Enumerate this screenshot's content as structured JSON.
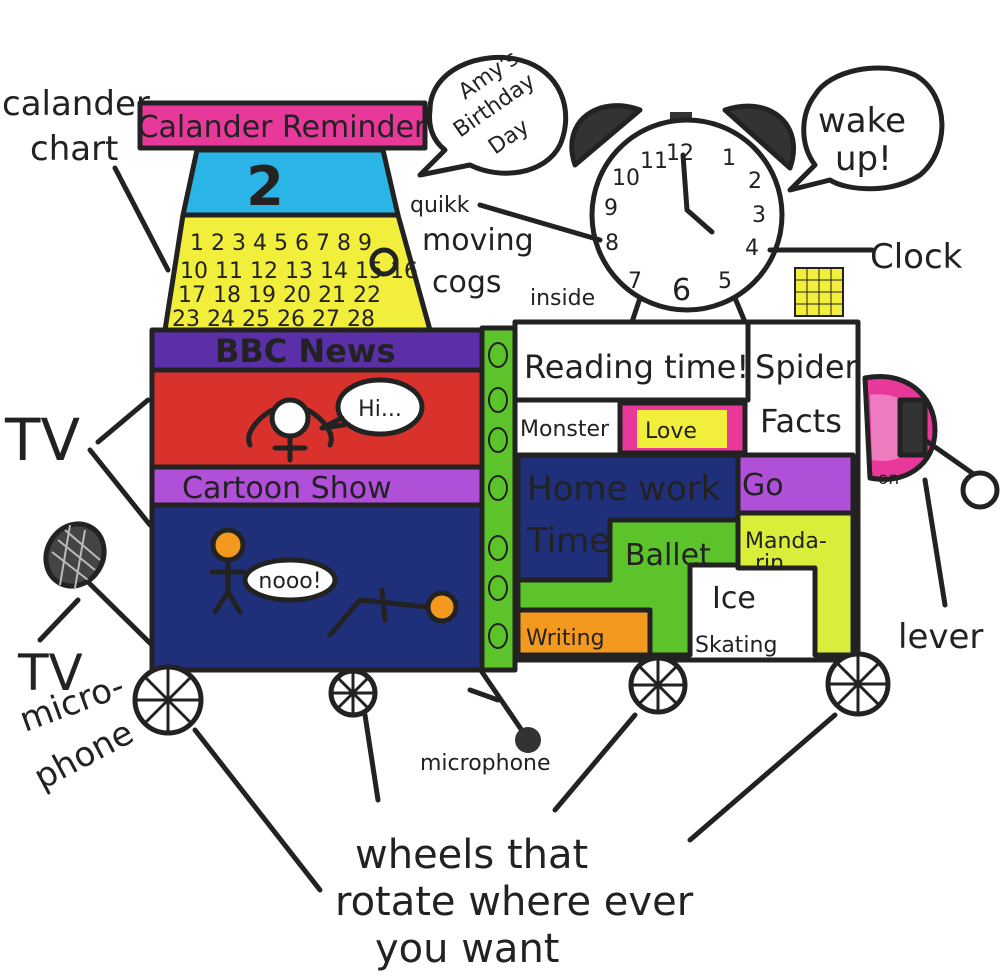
{
  "labels": {
    "calendar_chart_1": "calander",
    "calendar_chart_2": "chart",
    "tv": "TV",
    "tv_microphone_1": "TV",
    "tv_microphone_2": "micro-",
    "tv_microphone_3": "phone",
    "quick_moving_1": "quikk",
    "quick_moving_2": "moving",
    "quick_moving_3": "cogs",
    "quick_moving_4": "inside",
    "clock": "Clock",
    "lever": "lever",
    "microphone": "microphone",
    "wheels_1": "wheels that",
    "wheels_2": "rotate where ever",
    "wheels_3": "you want"
  },
  "calendar": {
    "title": "Calander Reminder",
    "highlight_day": "2",
    "rows": [
      [
        "1",
        "2",
        "3",
        "4",
        "5",
        "6",
        "7",
        "8",
        "9"
      ],
      [
        "10",
        "11",
        "12",
        "13",
        "14",
        "15",
        "16"
      ],
      [
        "17",
        "18",
        "19",
        "20",
        "21",
        "22"
      ],
      [
        "23",
        "24",
        "25",
        "26",
        "27",
        "28"
      ]
    ],
    "circled_day": "16"
  },
  "bubbles": {
    "birthday_1": "Amy's",
    "birthday_2": "Birthday",
    "birthday_3": "Day",
    "wake_1": "wake",
    "wake_2": "up!",
    "hi": "Hi...",
    "nooo": "nooo!"
  },
  "clock_face": {
    "numbers": [
      "12",
      "1",
      "2",
      "3",
      "4",
      "5",
      "6",
      "7",
      "8",
      "9",
      "10",
      "11"
    ]
  },
  "tv": {
    "channel_1": "BBC News",
    "channel_2": "Cartoon Show"
  },
  "schedule": {
    "reading": "Reading time!",
    "spider_1": "Spider",
    "spider_2": "Facts",
    "monster": "Monster",
    "love": "Love",
    "homework": "Home work",
    "time": "Time",
    "go": "Go",
    "ballet": "Ballet",
    "mandarin_1": "Manda-",
    "mandarin_2": "rin",
    "ice_1": "Ice",
    "ice_2": "Skating",
    "writing": "Writing"
  },
  "lever_text": "on",
  "colors": {
    "pink": "#e8399a",
    "cyan": "#2bb5e6",
    "yellow": "#f2ef3c",
    "purple": "#5a2fa8",
    "red": "#d9322c",
    "violet": "#b04fd8",
    "navy": "#1f2f7a",
    "green": "#5cc42a",
    "orange": "#f39a1e",
    "black": "#2a2a2a",
    "lime": "#d9ee3a"
  }
}
